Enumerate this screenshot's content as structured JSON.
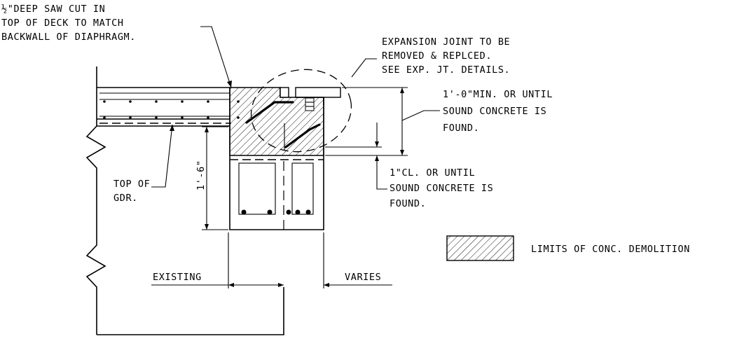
{
  "notes": {
    "saw_cut": [
      "½\"DEEP SAW CUT IN",
      "TOP OF DECK TO MATCH",
      "BACKWALL OF DIAPHRAGM."
    ],
    "expansion_joint": [
      "EXPANSION JOINT TO BE",
      "REMOVED & REPLCED.",
      "SEE EXP. JT. DETAILS."
    ],
    "min_depth": [
      "1'-0\"MIN. OR UNTIL",
      "SOUND CONCRETE IS",
      "FOUND."
    ],
    "clearance": [
      "1\"CL. OR UNTIL",
      "SOUND CONCRETE IS",
      "FOUND."
    ],
    "top_of_girder": [
      "TOP OF",
      "GDR."
    ],
    "dimension_height": "1'-6\"",
    "existing": "EXISTING",
    "varies": "VARIES"
  },
  "legend": {
    "label": "LIMITS OF CONC. DEMOLITION"
  },
  "colors": {
    "ink": "#000000",
    "background": "#ffffff"
  }
}
